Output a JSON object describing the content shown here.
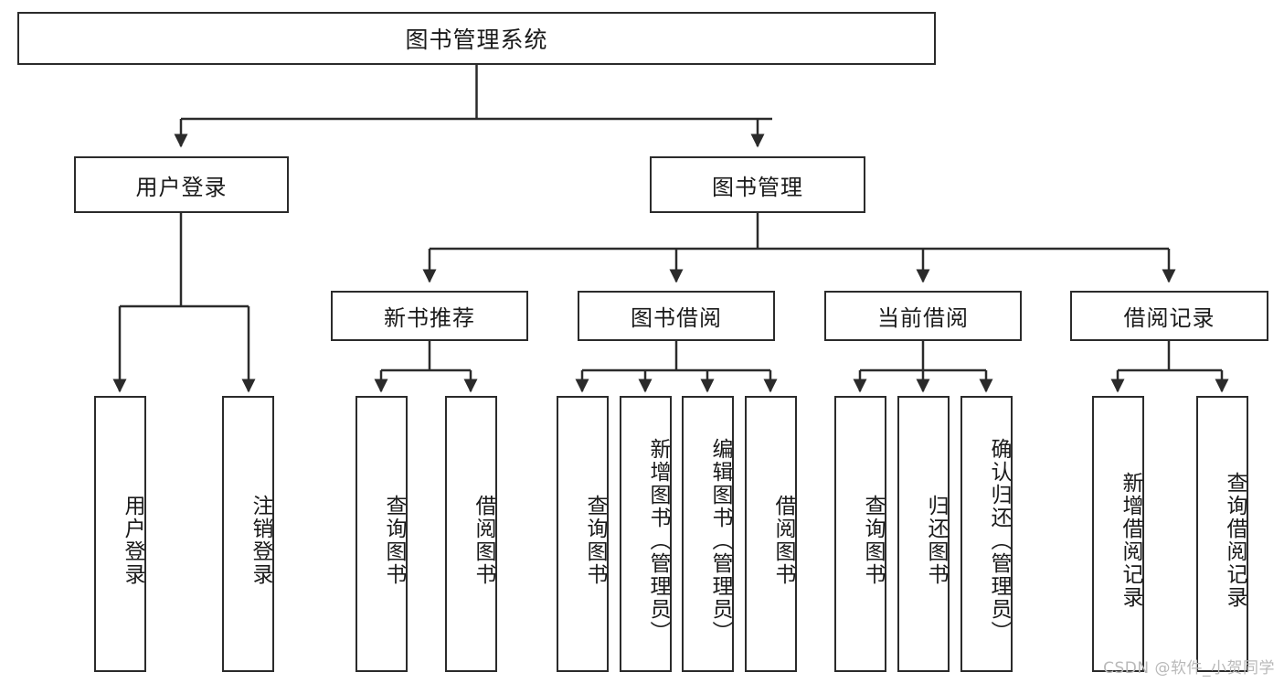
{
  "diagram": {
    "title": "图书管理系统",
    "type": "tree-hierarchy-chart",
    "root": {
      "label": "图书管理系统"
    },
    "level2": [
      {
        "label": "用户登录"
      },
      {
        "label": "图书管理"
      }
    ],
    "level3": [
      {
        "label": "新书推荐"
      },
      {
        "label": "图书借阅"
      },
      {
        "label": "当前借阅"
      },
      {
        "label": "借阅记录"
      }
    ],
    "leaves": [
      {
        "label": "用户登录"
      },
      {
        "label": "注销登录"
      },
      {
        "label": "查询图书"
      },
      {
        "label": "借阅图书"
      },
      {
        "label": "查询图书"
      },
      {
        "label": "新增图书（管理员）"
      },
      {
        "label": "编辑图书（管理员）"
      },
      {
        "label": "借阅图书"
      },
      {
        "label": "查询图书"
      },
      {
        "label": "归还图书"
      },
      {
        "label": "确认归还（管理员）"
      },
      {
        "label": "新增借阅记录"
      },
      {
        "label": "查询借阅记录"
      }
    ]
  },
  "watermark": {
    "text": "CSDN @软件_小贺同学"
  },
  "colors": {
    "stroke": "#2b2b2b",
    "background": "#ffffff",
    "text": "#1a1a1a",
    "watermark": "#b9b9b9"
  }
}
